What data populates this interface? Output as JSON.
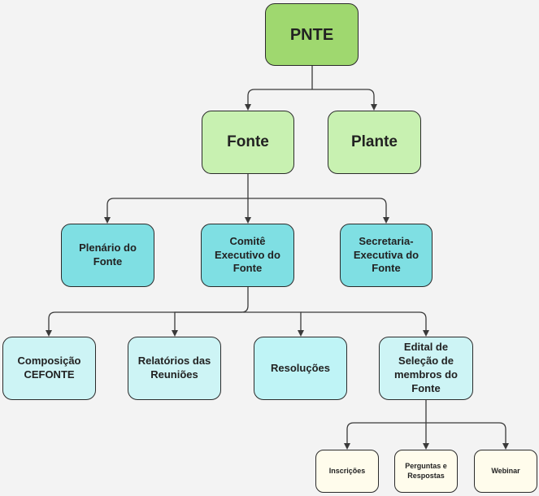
{
  "root": {
    "label": "PNTE"
  },
  "level1": {
    "fonte": "Fonte",
    "plante": "Plante"
  },
  "level2": {
    "plenario": "Plenário do Fonte",
    "comite": "Comitê Executivo do Fonte",
    "secretaria": "Secretaria-Executiva do Fonte"
  },
  "level3": {
    "composicao": "Composição CEFONTE",
    "relatorios": "Relatórios das Reuniões",
    "resolucoes": "Resoluções",
    "edital": "Edital de Seleção de membros do Fonte"
  },
  "level4": {
    "inscricoes": "Inscrições",
    "perguntas": "Perguntas e Respostas",
    "webinar": "Webinar"
  },
  "colors": {
    "root": "#9fd86f",
    "level1": "#c8f1b1",
    "level2": "#7fdfe3",
    "level3": "#cdf4f5",
    "level4": "#fffcec",
    "connector": "#3a3a3a"
  }
}
